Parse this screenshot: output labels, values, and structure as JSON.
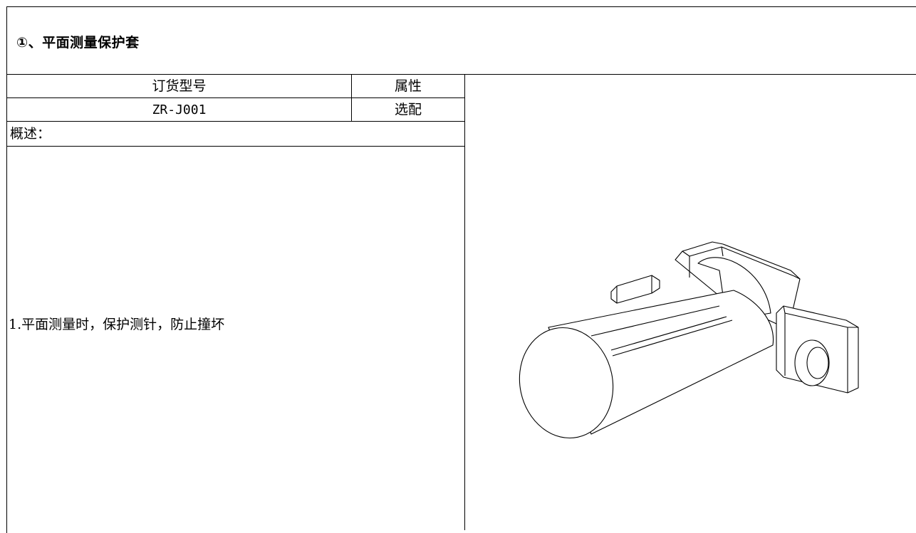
{
  "section": {
    "title": "①、平面测量保护套"
  },
  "table": {
    "headers": {
      "model": "订货型号",
      "attribute": "属性"
    },
    "row": {
      "model": "ZR-J001",
      "attribute": "选配"
    },
    "overview_label": "概述：",
    "description": "1.平面测量时，保护测针，防止撞坏"
  }
}
